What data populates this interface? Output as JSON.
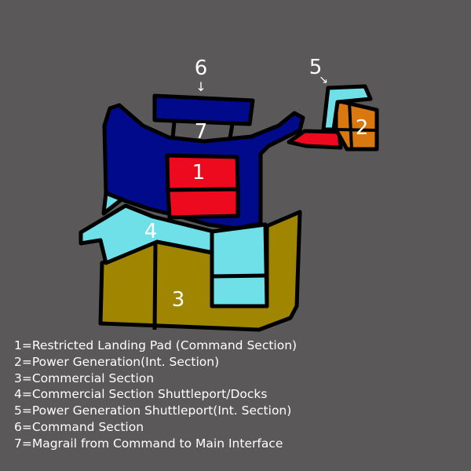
{
  "diagram": {
    "labels": {
      "n1": "1",
      "n2": "2",
      "n3": "3",
      "n4": "4",
      "n5": "5",
      "n6": "6",
      "n7": "7",
      "arrow6": "↓",
      "arrow5": "↘"
    },
    "colors": {
      "background": "#5a5858",
      "navy": "#000a8a",
      "red": "#ee0a1e",
      "cyan": "#6fdfe8",
      "olive": "#a08500",
      "orange": "#d8780e"
    }
  },
  "legend": [
    "1=Restricted Landing Pad (Command Section)",
    "2=Power Generation(Int. Section)",
    "3=Commercial Section",
    "4=Commercial Section Shuttleport/Docks",
    "5=Power Generation Shuttleport(Int. Section)",
    "6=Command Section",
    "7=Magrail from Command to Main Interface"
  ]
}
